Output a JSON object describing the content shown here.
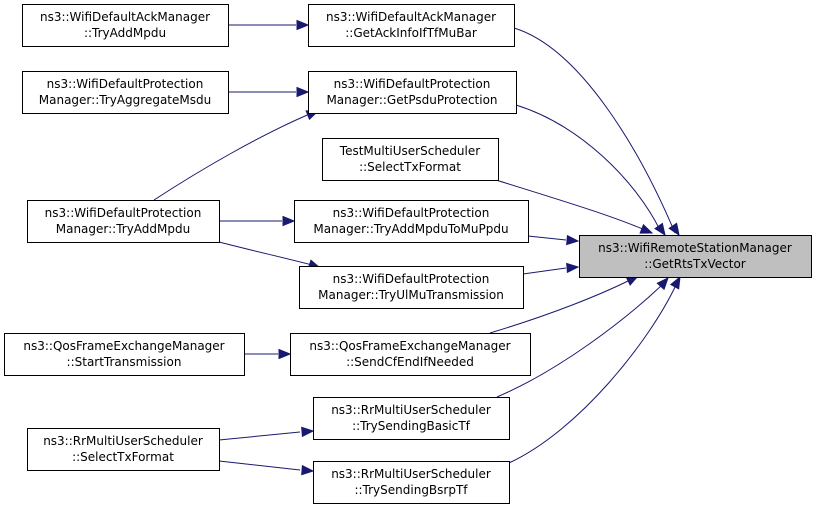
{
  "graph": {
    "nodes": [
      {
        "id": "n0",
        "line1": "ns3::WifiRemoteStationManager",
        "line2": "::GetRtsTxVector",
        "root": true
      },
      {
        "id": "n1",
        "line1": "ns3::WifiDefaultAckManager",
        "line2": "::GetAckInfoIfTfMuBar"
      },
      {
        "id": "n2",
        "line1": "ns3::WifiDefaultAckManager",
        "line2": "::TryAddMpdu"
      },
      {
        "id": "n3",
        "line1": "ns3::WifiDefaultProtection",
        "line2": "Manager::GetPsduProtection"
      },
      {
        "id": "n4",
        "line1": "ns3::WifiDefaultProtection",
        "line2": "Manager::TryAggregateMsdu"
      },
      {
        "id": "n5",
        "line1": "ns3::WifiDefaultProtection",
        "line2": "Manager::TryAddMpdu"
      },
      {
        "id": "n6",
        "line1": "TestMultiUserScheduler",
        "line2": "::SelectTxFormat"
      },
      {
        "id": "n7",
        "line1": "ns3::WifiDefaultProtection",
        "line2": "Manager::TryAddMpduToMuPpdu"
      },
      {
        "id": "n8",
        "line1": "ns3::WifiDefaultProtection",
        "line2": "Manager::TryUlMuTransmission"
      },
      {
        "id": "n9",
        "line1": "ns3::QosFrameExchangeManager",
        "line2": "::SendCfEndIfNeeded"
      },
      {
        "id": "n10",
        "line1": "ns3::QosFrameExchangeManager",
        "line2": "::StartTransmission"
      },
      {
        "id": "n11",
        "line1": "ns3::RrMultiUserScheduler",
        "line2": "::TrySendingBasicTf"
      },
      {
        "id": "n12",
        "line1": "ns3::RrMultiUserScheduler",
        "line2": "::SelectTxFormat"
      },
      {
        "id": "n13",
        "line1": "ns3::RrMultiUserScheduler",
        "line2": "::TrySendingBsrpTf"
      }
    ],
    "edges": [
      {
        "from": "n1",
        "to": "n0"
      },
      {
        "from": "n2",
        "to": "n1"
      },
      {
        "from": "n3",
        "to": "n0"
      },
      {
        "from": "n4",
        "to": "n3"
      },
      {
        "from": "n5",
        "to": "n3"
      },
      {
        "from": "n6",
        "to": "n0"
      },
      {
        "from": "n7",
        "to": "n0"
      },
      {
        "from": "n5",
        "to": "n7"
      },
      {
        "from": "n8",
        "to": "n0"
      },
      {
        "from": "n5",
        "to": "n8"
      },
      {
        "from": "n9",
        "to": "n0"
      },
      {
        "from": "n10",
        "to": "n9"
      },
      {
        "from": "n11",
        "to": "n0"
      },
      {
        "from": "n12",
        "to": "n11"
      },
      {
        "from": "n13",
        "to": "n0"
      },
      {
        "from": "n12",
        "to": "n13"
      }
    ],
    "colors": {
      "edge": "#191970",
      "root_fill": "#bfbfbf",
      "node_fill": "#ffffff",
      "border": "#000000"
    }
  }
}
